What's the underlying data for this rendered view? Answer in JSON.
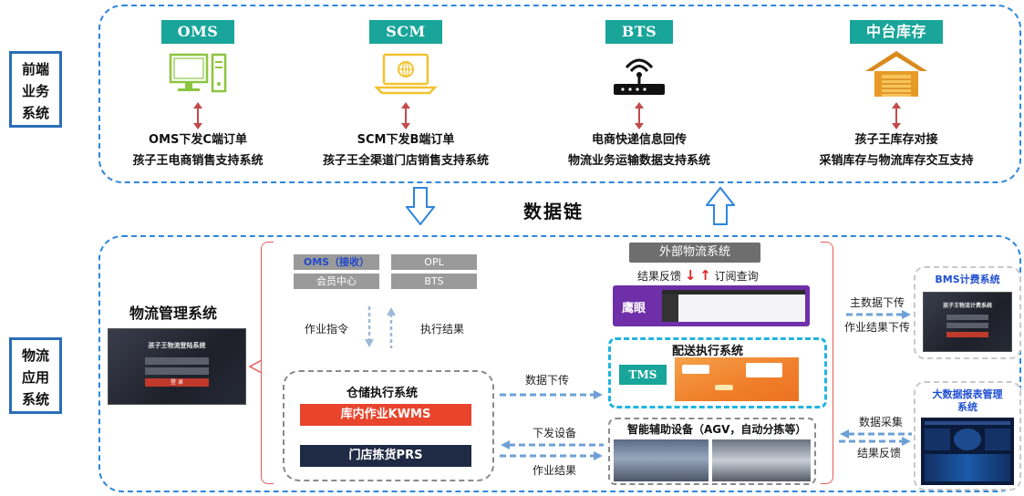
{
  "categories": {
    "frontend": "前端\n业务\n系统",
    "logistics": "物流\n应用\n系统"
  },
  "front_systems": [
    {
      "name": "OMS",
      "icon": "computer-icon",
      "line1": "OMS下发C端订单",
      "line2": "孩子王电商销售支持系统"
    },
    {
      "name": "SCM",
      "icon": "laptop-icon",
      "line1": "SCM下发B端订单",
      "line2": "孩子王全渠道门店销售支持系统"
    },
    {
      "name": "BTS",
      "icon": "router-icon",
      "line1": "电商快递信息回传",
      "line2": "物流业务运输数据支持系统"
    },
    {
      "name": "中台库存",
      "icon": "warehouse-icon",
      "line1": "孩子王库存对接",
      "line2": "采销库存与物流库存交互支持"
    }
  ],
  "data_chain": "数据链",
  "lms": {
    "title": "物流管理系统",
    "login_title": "孩子王物流登陆系统",
    "login_button": "登 录"
  },
  "tags": {
    "oms_recv": "OMS（接收）",
    "opl": "OPL",
    "member_center": "会员中心",
    "bts": "BTS"
  },
  "flow_labels": {
    "work_order": "作业指令",
    "exec_result": "执行结果",
    "data_down": "数据下传",
    "send_device": "下发设备",
    "work_result": "作业结果",
    "feedback": "结果反馈",
    "subscribe": "订阅查询",
    "master_data_down": "主数据下传",
    "work_result_down": "作业结果下传",
    "data_collect": "数据采集",
    "result_feedback": "结果反馈"
  },
  "external_system": "外部物流系统",
  "eagle_eye": "鹰眼",
  "delivery": {
    "title": "配送执行系统",
    "badge": "TMS"
  },
  "warehouse": {
    "title": "仓储执行系统",
    "kwms": "库内作业KWMS",
    "prs": "门店拣货PRS"
  },
  "devices": {
    "title": "智能辅助设备（AGV，自动分拣等）"
  },
  "bms": {
    "title": "BMS计费系统",
    "screen_title": "孩子王物流计费系统"
  },
  "bigdata": {
    "title": "大数据报表管理\n系统"
  },
  "colors": {
    "teal": "#19a59a",
    "blue_dashed": "#2e86de",
    "red_bracket": "#e25b5b",
    "kwms": "#e8452c",
    "prs": "#1f2a44",
    "purple": "#6e2fa8",
    "tms_dashed": "#21b4e0"
  }
}
